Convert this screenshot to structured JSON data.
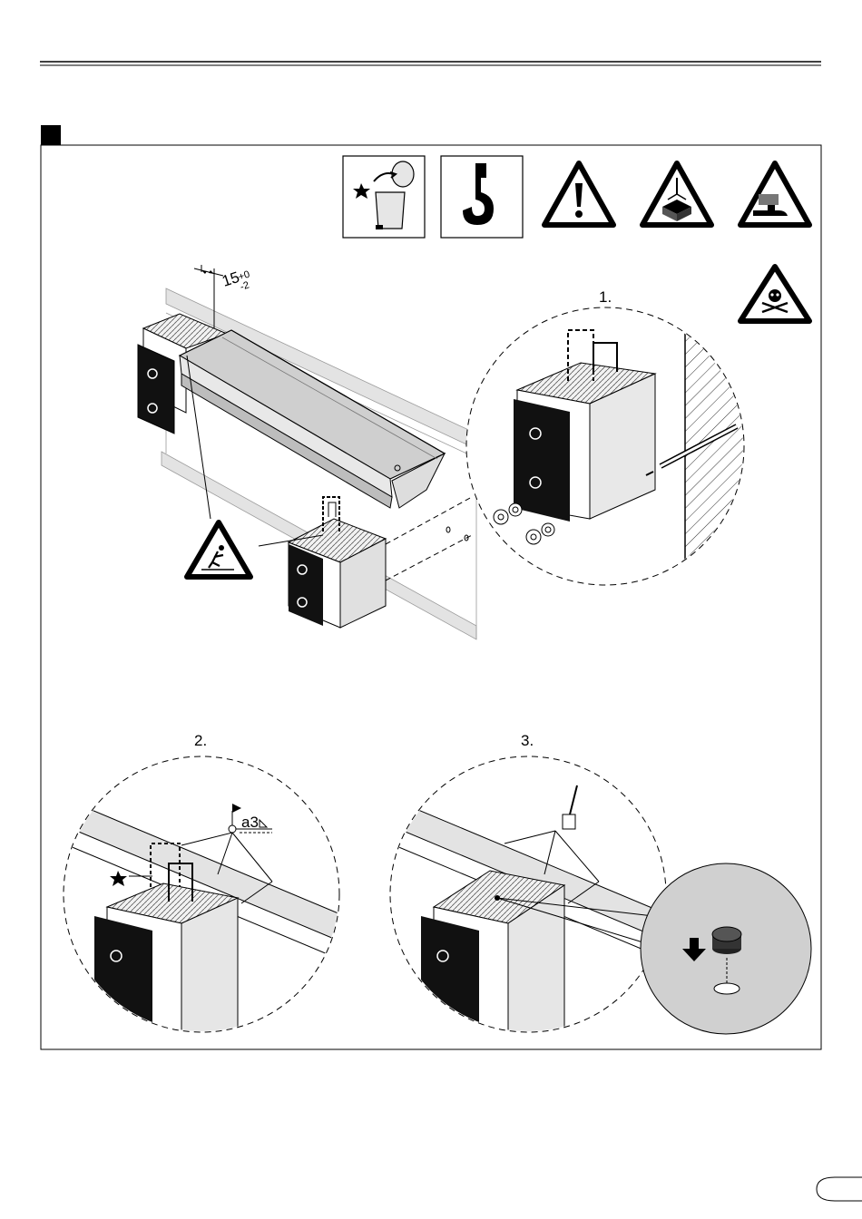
{
  "steps": {
    "step1": "1.",
    "step2": "2.",
    "step3": "3."
  },
  "dimension": {
    "value": "15",
    "tol_plus": "+0",
    "tol_minus": "-2"
  },
  "weld": {
    "label": "a3"
  },
  "icons": [
    "recycle-bin-icon",
    "crane-hook-icon",
    "warning-icon",
    "suspended-load-icon",
    "foot-crush-icon",
    "toxic-icon",
    "trip-hazard-icon"
  ],
  "colors": {
    "ink": "#000000",
    "paper": "#ffffff",
    "grey": "#d6d6d6",
    "steel": "#bdbdbd"
  }
}
